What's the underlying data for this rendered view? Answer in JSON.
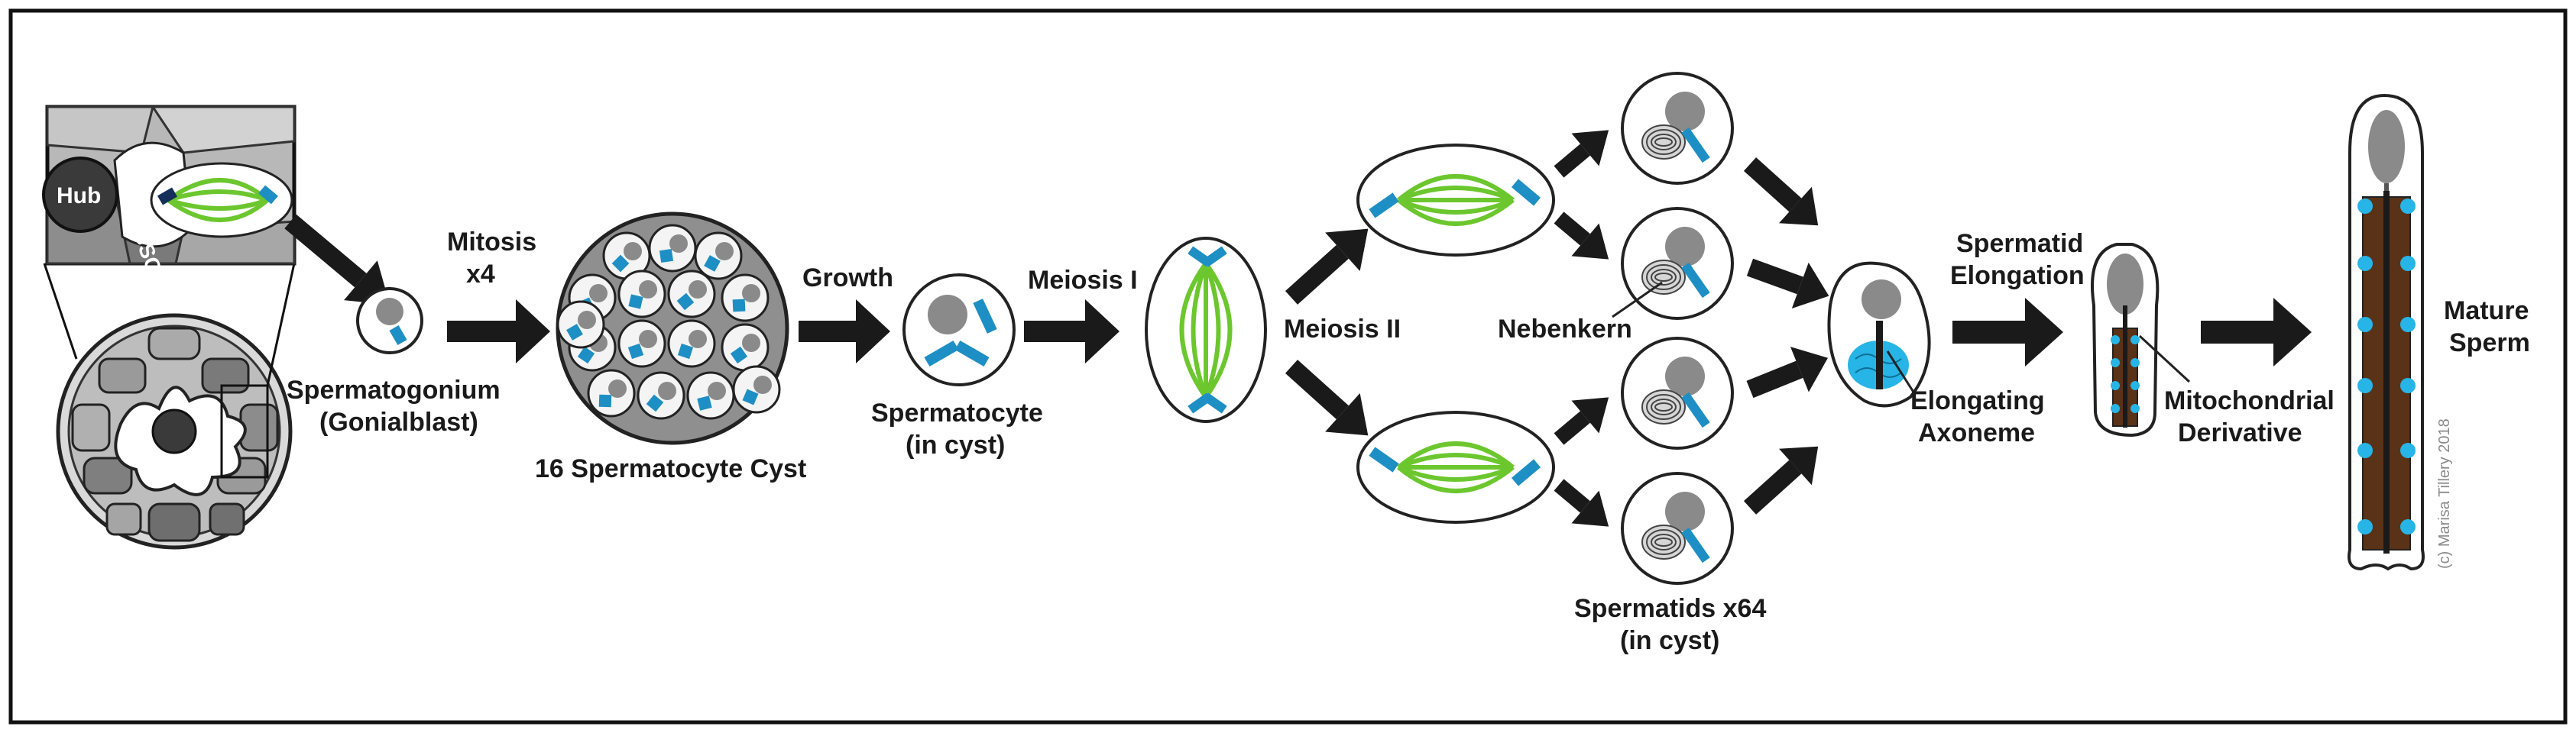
{
  "labels": {
    "hub": "Hub",
    "gsc": "GSC",
    "mitosis_line1": "Mitosis",
    "mitosis_line2": "x4",
    "spermatogonium_line1": "Spermatogonium",
    "spermatogonium_line2": "(Gonialblast)",
    "cyst16": "16 Spermatocyte Cyst",
    "growth": "Growth",
    "spermatocyte_line1": "Spermatocyte",
    "spermatocyte_line2": "(in cyst)",
    "meiosis1": "Meiosis I",
    "meiosis2": "Meiosis II",
    "nebenkern": "Nebenkern",
    "spermatids_line1": "Spermatids x64",
    "spermatids_line2": "(in cyst)",
    "elongation_line1": "Spermatid",
    "elongation_line2": "Elongation",
    "axoneme_line1": "Elongating",
    "axoneme_line2": "Axoneme",
    "mito_line1": "Mitochondrial",
    "mito_line2": "Derivative",
    "mature_line1": "Mature",
    "mature_line2": "Sperm",
    "copyright": "(c) Marisa Tillery 2018"
  },
  "colors": {
    "spindle_green": "#6cc72e",
    "centrosome_blue": "#1e8fc4",
    "nucleus_gray": "#8a8a8a",
    "hub_dark": "#3a3a3a",
    "axoneme_cyan": "#27b4e6",
    "mito_brown": "#5a3217",
    "arrow_black": "#1a1a1a",
    "border": "#111111"
  }
}
